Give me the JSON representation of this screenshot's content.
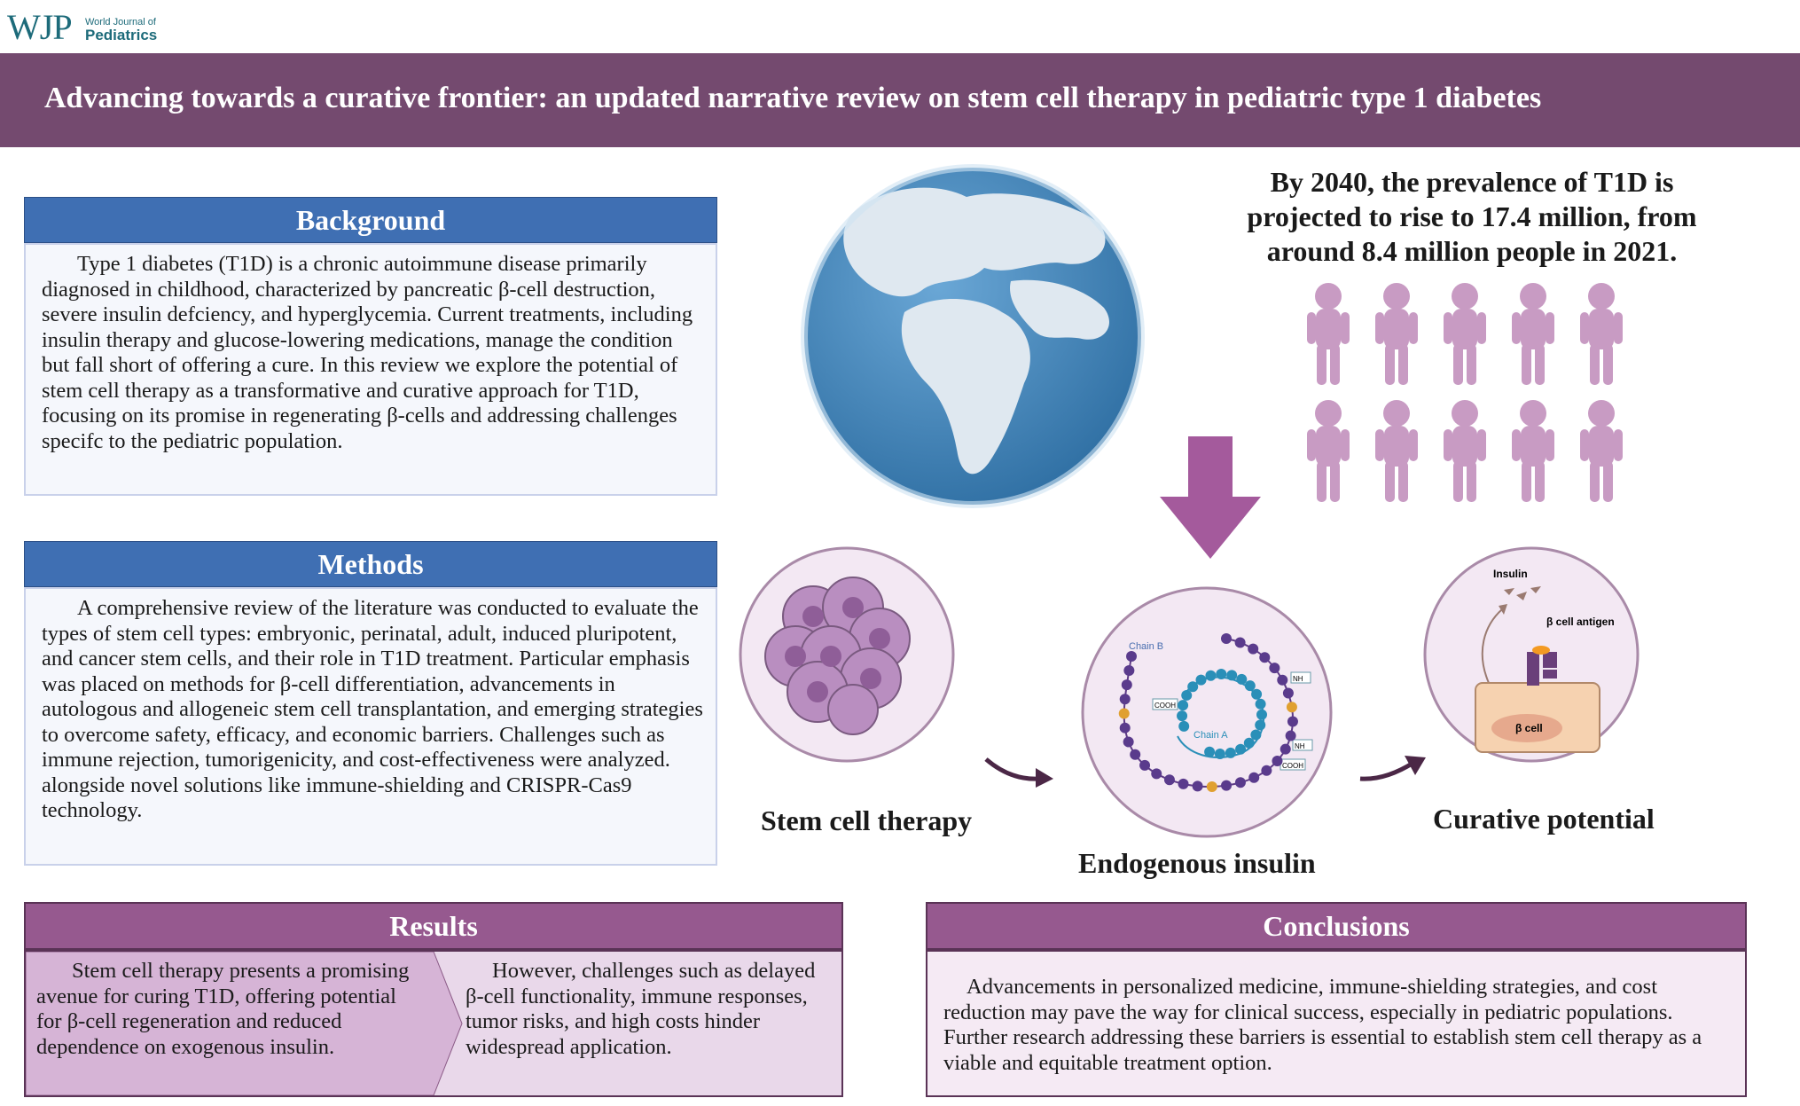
{
  "logo": {
    "abbr": "WJP",
    "journal_line1": "World Journal of",
    "journal_line2": "Pediatrics"
  },
  "title": "Advancing towards a curative frontier: an updated narrative review on stem cell therapy in pediatric type 1 diabetes",
  "background": {
    "heading": "Background",
    "text": "Type 1 diabetes (T1D) is a chronic autoimmune disease primarily diagnosed in childhood, characterized by pancreatic β-cell destruction, severe insulin defciency, and hyperglycemia. Current treatments, including insulin therapy and glucose-lowering medications, manage the condition but fall short of offering a cure. In this review we explore the potential of stem cell therapy as a transformative and curative approach for T1D, focusing on its promise in regenerating β-cells and addressing challenges specifc to the pediatric population."
  },
  "methods": {
    "heading": "Methods",
    "text": "A comprehensive review of the literature was conducted to evaluate the types of stem cell types: embryonic, perinatal, adult, induced pluripotent, and cancer stem cells, and their role in T1D treatment. Particular emphasis was placed on methods for β-cell differentiation, advancements in autologous and allogeneic stem cell transplantation, and emerging strategies to overcome safety, efficacy, and economic barriers. Challenges such as immune rejection, tumorigenicity, and cost-effectiveness were analyzed. alongside novel solutions like immune-shielding and CRISPR-Cas9 technology."
  },
  "results": {
    "heading": "Results",
    "left": "Stem cell therapy presents a promising avenue for curing T1D, offering potential for β-cell regeneration and reduced dependence on exogenous insulin.",
    "right": "However, challenges such as delayed β-cell functionality, immune responses, tumor risks, and high costs hinder widespread application."
  },
  "conclusions": {
    "heading": "Conclusions",
    "text": "Advancements in personalized medicine, immune-shielding strategies, and cost reduction may pave the way for clinical success, especially in pediatric populations. Further research addressing these barriers is essential to establish stem cell therapy as a viable and equitable treatment option."
  },
  "prevalence": {
    "line1": "By 2040, the prevalence of T1D is",
    "line2": "projected to rise to 17.4 million, from",
    "line3": "around 8.4 million people in 2021."
  },
  "figures": {
    "stem_cell_label": "Stem cell therapy",
    "insulin_label": "Endogenous insulin",
    "curative_label": "Curative potential",
    "chain_b": "Chain B",
    "chain_a": "Chain A",
    "cooh": "COOH",
    "nh2": "NH",
    "insulin_small": "Insulin",
    "beta_antigen": "β cell antigen",
    "beta_cell": "β cell"
  },
  "colors": {
    "title_bg": "#744a6f",
    "panel_blue": "#3f6fb3",
    "panel_purple": "#96598f",
    "child_figure": "#c89bc3",
    "ocean": "#4f8fc2",
    "land": "#dfe8f0"
  }
}
